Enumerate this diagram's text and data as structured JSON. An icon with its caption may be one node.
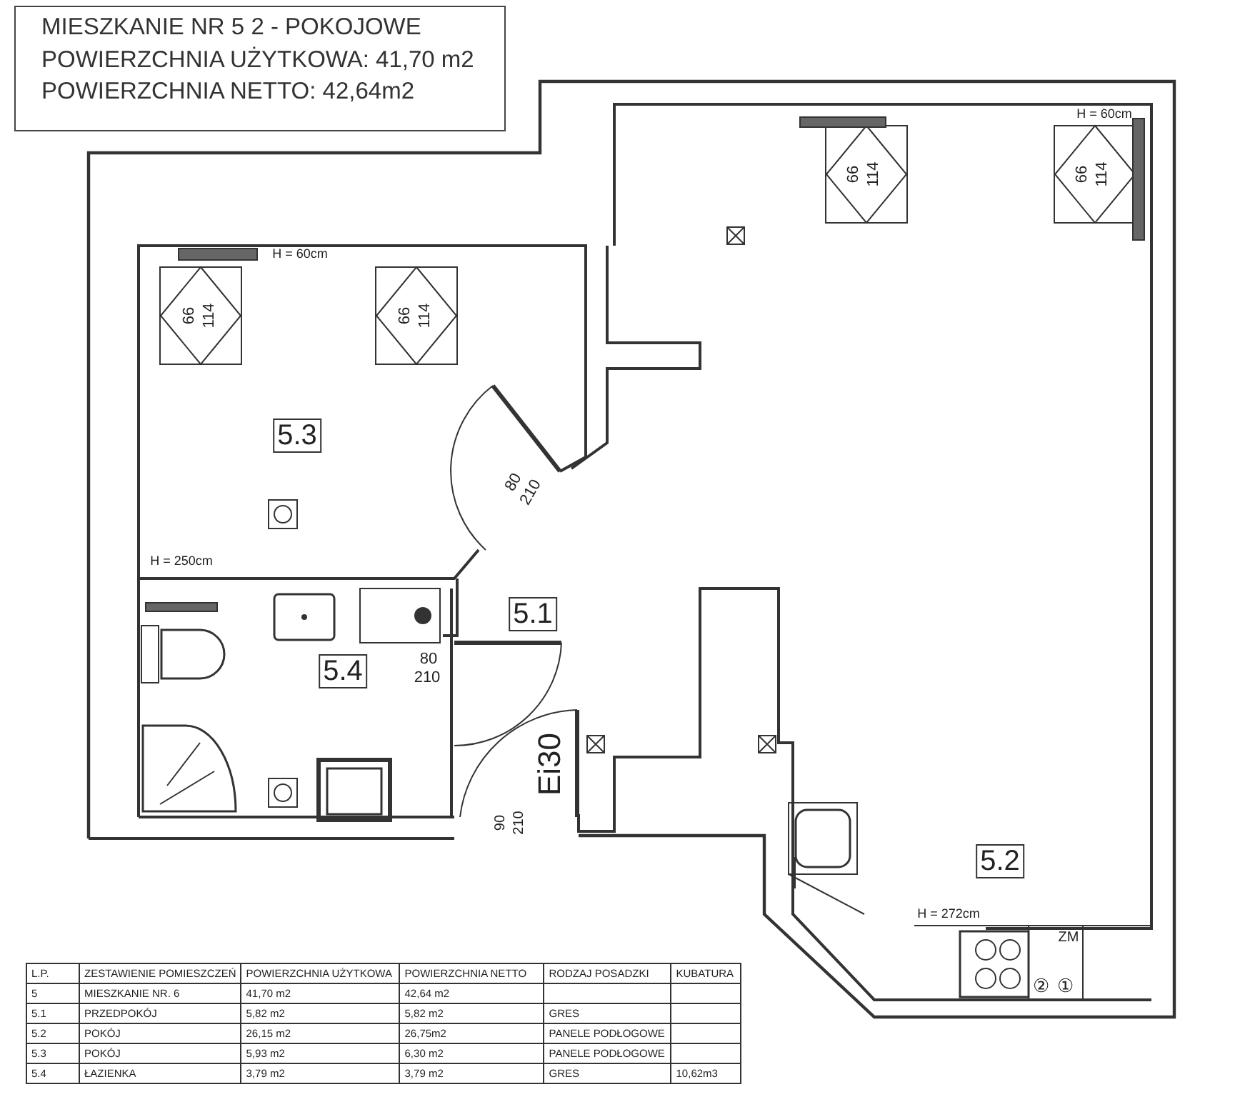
{
  "diagram": {
    "labels": [
      "MIESZKANIE NR 5  2 - POKOJOWE",
      "POWIERZCHNIA UŻYTKOWA: 41,70 m2",
      "POWIERZCHNIA NETTO: 42,64m2",
      "H = 60cm",
      "66",
      "114",
      "66",
      "114",
      "H = 60cm",
      "66",
      "114",
      "66",
      "114",
      "5.3",
      "80",
      "210",
      "H = 250cm",
      "5.1",
      "5.4",
      "80",
      "210",
      "Ei30",
      "90",
      "210",
      "5.2",
      "H = 272cm",
      "ZM",
      "②",
      "①",
      "L.P.",
      "ZESTAWIENIE POMIESZCZEŃ",
      "POWIERZCHNIA UŻYTKOWA",
      "POWIERZCHNIA NETTO",
      "RODZAJ POSADZKI",
      "KUBATURA",
      "5",
      "MIESZKANIE NR. 6",
      "41,70 m2",
      "42,64 m2",
      "5.1",
      "PRZEDPOKÓJ",
      "5,82 m2",
      "5,82 m2",
      "GRES",
      "5.2",
      "POKÓJ",
      "26,15 m2",
      "26,75m2",
      "PANELE PODŁOGOWE",
      "5.3",
      "POKÓJ",
      "5,93 m2",
      "6,30 m2",
      "PANELE PODŁOGOWE",
      "5.4",
      "ŁAZIENKA",
      "3,79 m2",
      "3,79 m2",
      "GRES",
      "10,62m3"
    ]
  }
}
